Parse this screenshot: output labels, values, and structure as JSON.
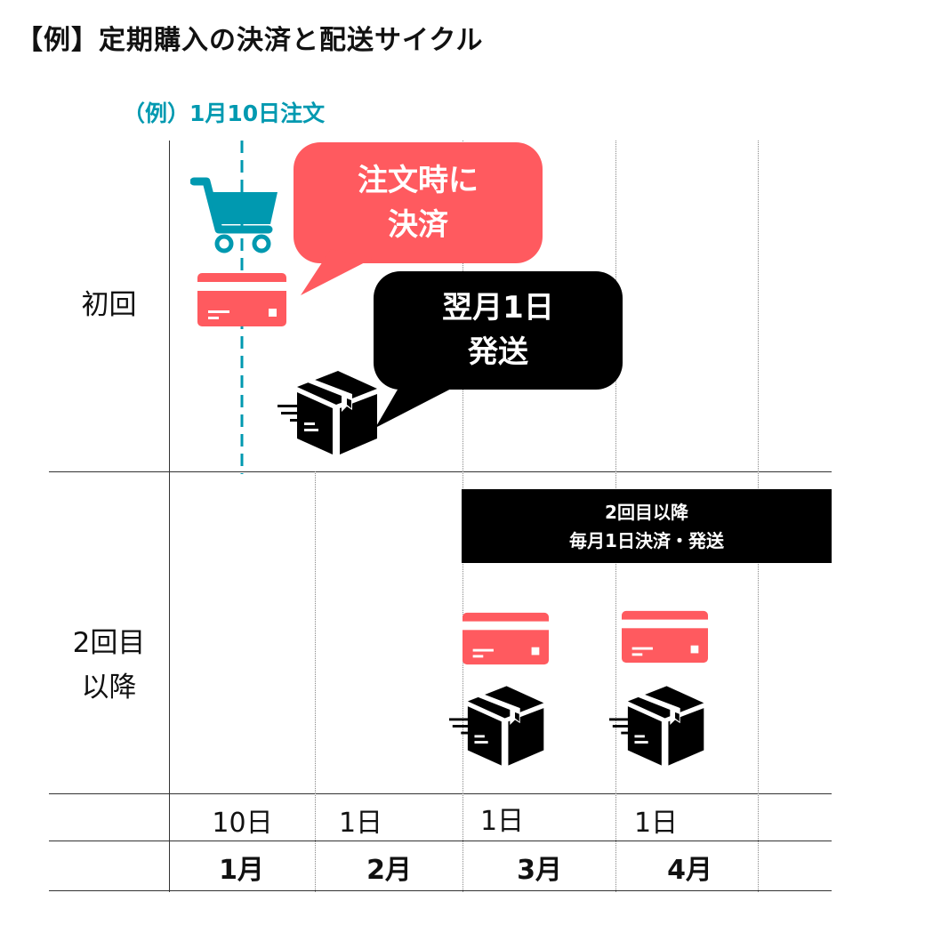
{
  "title": "【例】定期購入の決済と配送サイクル",
  "order_example_label": "（例）1月10日注文",
  "rows": {
    "first_label": "初回",
    "second_line1": "2回目",
    "second_line2": "以降"
  },
  "bubbles": {
    "payment_line1": "注文時に",
    "payment_line2": "決済",
    "shipping_line1": "翌月1日",
    "shipping_line2": "発送"
  },
  "banner": {
    "line1": "2回目以降",
    "line2": "毎月1日決済・発送"
  },
  "days": [
    "10日",
    "1日",
    "1日",
    "1日"
  ],
  "months": [
    "1月",
    "2月",
    "3月",
    "4月"
  ],
  "colors": {
    "teal": "#0099b0",
    "coral": "#ff5a5f",
    "black": "#000000"
  },
  "icons": [
    "cart-icon",
    "credit-card-icon",
    "package-icon"
  ]
}
